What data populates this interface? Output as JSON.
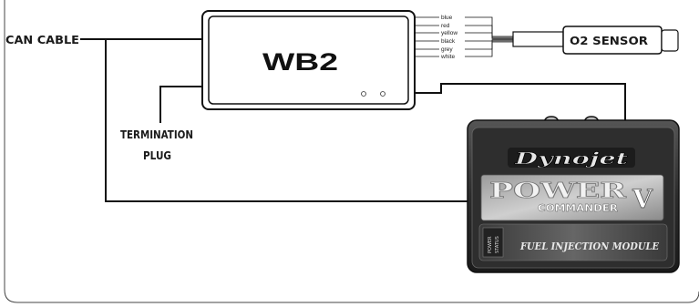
{
  "labels": {
    "can_cable": "CAN CABLE",
    "termination_line1": "TERMINATION",
    "termination_line2": "PLUG",
    "wb2": "WB2",
    "o2_sensor": "O2 SENSOR"
  },
  "wire_colors": [
    "blue",
    "red",
    "yellow",
    "black",
    "grey",
    "white"
  ],
  "module": {
    "brand": "Dynojet",
    "product_line1": "POWER",
    "product_line2": "COMMANDER",
    "product_version": "V",
    "subtitle": "FUEL INJECTION MODULE",
    "led_power": "POWER",
    "led_status": "STATUS"
  },
  "colors": {
    "line": "#111111",
    "module_body": "#3a3a3a",
    "module_face": "#d8d8d8",
    "badge_red": "#b01818"
  }
}
